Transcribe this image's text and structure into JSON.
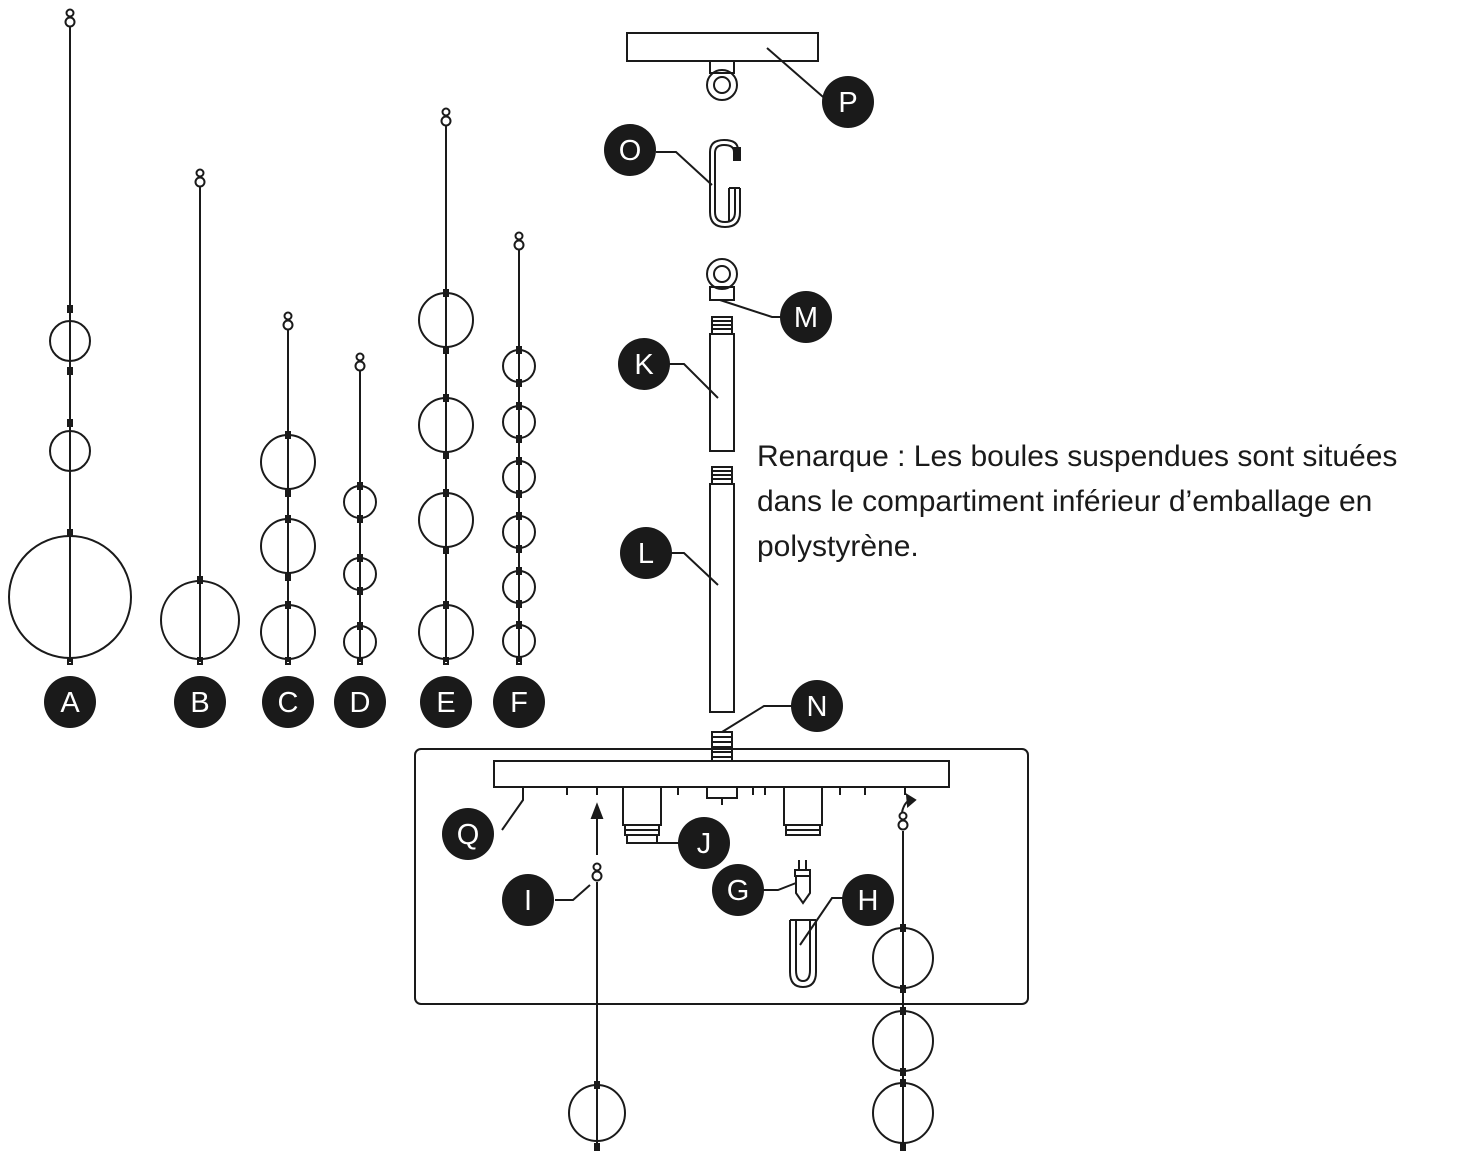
{
  "note": {
    "line1": "Renarque : Les boules suspendues sont situées",
    "line2": "dans le compartiment inférieur d’emballage en",
    "line3": "polystyrène."
  },
  "labels": {
    "A": "A",
    "B": "B",
    "C": "C",
    "D": "D",
    "E": "E",
    "F": "F",
    "G": "G",
    "H": "H",
    "I": "I",
    "J": "J",
    "K": "K",
    "L": "L",
    "M": "M",
    "N": "N",
    "O": "O",
    "P": "P",
    "Q": "Q"
  },
  "colors": {
    "ink": "#1a1a1a",
    "background": "#ffffff"
  }
}
